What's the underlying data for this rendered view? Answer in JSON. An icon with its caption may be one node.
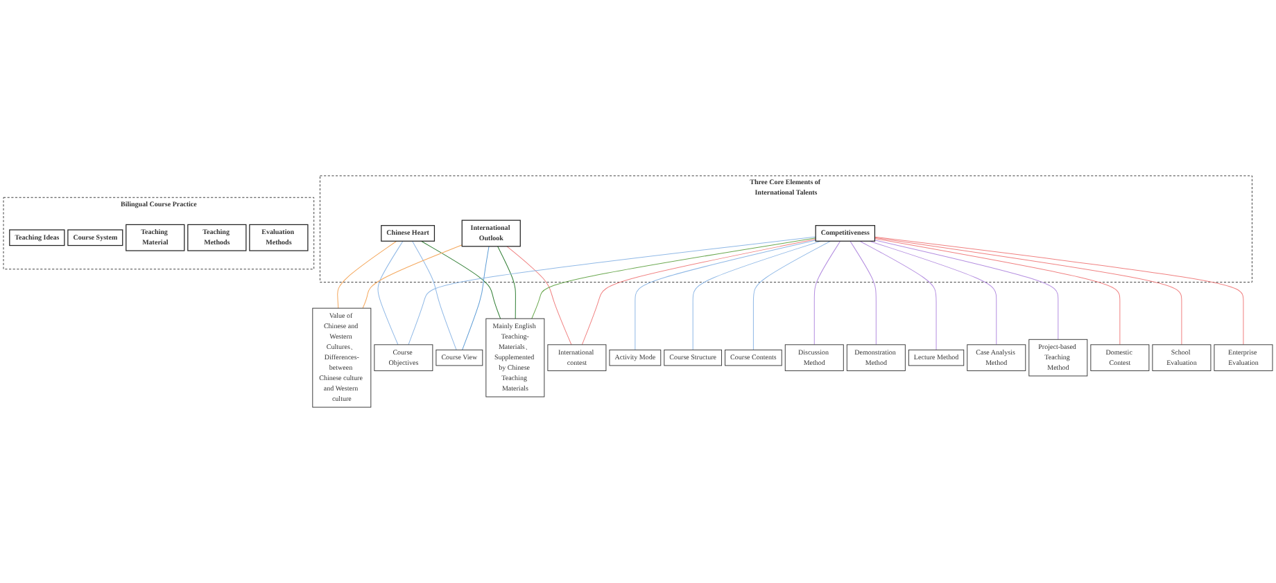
{
  "diagram": {
    "nodes": [
      {
        "text": [
          "Three Core Elements of International Talents"
        ]
      },
      {
        "text": [
          "Chinese Heart"
        ],
        "in": 0
      },
      {
        "text": [
          "International Outlook"
        ],
        "in": 0
      },
      {
        "text": [
          "Competitiveness"
        ],
        "in": 0
      },
      {
        "text": [
          "Value of Chinese and Western Cultures、Differences-between Chinese culture and Western culture"
        ]
      },
      {
        "text": [
          "Activity Mode"
        ]
      },
      {
        "text": [
          "Course Structure"
        ]
      },
      {
        "text": [
          "Course Contents"
        ]
      },
      {
        "text": [
          "Course Objectives"
        ]
      },
      {
        "text": [
          "Course View"
        ]
      },
      {
        "text": [
          "Mainly English Teaching-Materials、Supplemented by Chinese Teaching Materials"
        ]
      },
      {
        "text": [
          "Discussion Method"
        ]
      },
      {
        "text": [
          "Demonstration Method"
        ]
      },
      {
        "text": [
          "Lecture Method"
        ]
      },
      {
        "text": [
          "Case Analysis Method"
        ]
      },
      {
        "text": [
          "Project-based Teaching Method"
        ]
      },
      {
        "text": [
          "International contest"
        ]
      },
      {
        "text": [
          "Domestic Contest"
        ]
      },
      {
        "text": [
          "School Evaluation"
        ]
      },
      {
        "text": [
          "Enterprise Evaluation"
        ]
      },
      {
        "text": [
          "Bilingual Course Practice"
        ]
      },
      {
        "text": [
          "Teaching Ideas"
        ],
        "in": 20
      },
      {
        "text": [
          "Course System"
        ],
        "in": 20
      },
      {
        "text": [
          "Teaching Material"
        ],
        "in": 20
      },
      {
        "text": [
          "Teaching Methods"
        ],
        "in": 20
      },
      {
        "text": [
          "Evaluation Methods"
        ],
        "in": 20
      }
    ],
    "edges": [
      {
        "from": 1,
        "to": 4,
        "arrow": "none",
        "color": "#f4a65a"
      },
      {
        "from": 1,
        "to": 8,
        "arrow": "none",
        "color": "#8fb8e6"
      },
      {
        "from": 1,
        "to": 9,
        "arrow": "none",
        "color": "#8fb8e6"
      },
      {
        "from": 1,
        "to": 10,
        "arrow": "none",
        "color": "#2e7d32"
      },
      {
        "from": 2,
        "to": 4,
        "arrow": "none",
        "color": "#f4a65a"
      },
      {
        "from": 2,
        "to": 9,
        "arrow": "none",
        "color": "#5b9bd5"
      },
      {
        "from": 2,
        "to": 10,
        "arrow": "none",
        "color": "#2e7d32"
      },
      {
        "from": 2,
        "to": 16,
        "arrow": "none",
        "color": "#f08080"
      },
      {
        "from": 3,
        "to": 5,
        "arrow": "none",
        "color": "#8fb8e6"
      },
      {
        "from": 3,
        "to": 6,
        "arrow": "none",
        "color": "#8fb8e6"
      },
      {
        "from": 3,
        "to": 7,
        "arrow": "none",
        "color": "#8fb8e6"
      },
      {
        "from": 3,
        "to": 8,
        "arrow": "none",
        "color": "#8fb8e6"
      },
      {
        "from": 3,
        "to": 10,
        "arrow": "none",
        "color": "#6aa84f"
      },
      {
        "from": 3,
        "to": 11,
        "arrow": "none",
        "color": "#b48ee0"
      },
      {
        "from": 3,
        "to": 12,
        "arrow": "none",
        "color": "#b48ee0"
      },
      {
        "from": 3,
        "to": 13,
        "arrow": "none",
        "color": "#b48ee0"
      },
      {
        "from": 3,
        "to": 14,
        "arrow": "none",
        "color": "#b48ee0"
      },
      {
        "from": 3,
        "to": 15,
        "arrow": "none",
        "color": "#b48ee0"
      },
      {
        "from": 3,
        "to": 16,
        "arrow": "none",
        "color": "#f08080"
      },
      {
        "from": 3,
        "to": 17,
        "arrow": "none",
        "color": "#f08080"
      },
      {
        "from": 3,
        "to": 18,
        "arrow": "none",
        "color": "#f08080"
      },
      {
        "from": 3,
        "to": 19,
        "arrow": "none",
        "color": "#f08080"
      }
    ]
  }
}
